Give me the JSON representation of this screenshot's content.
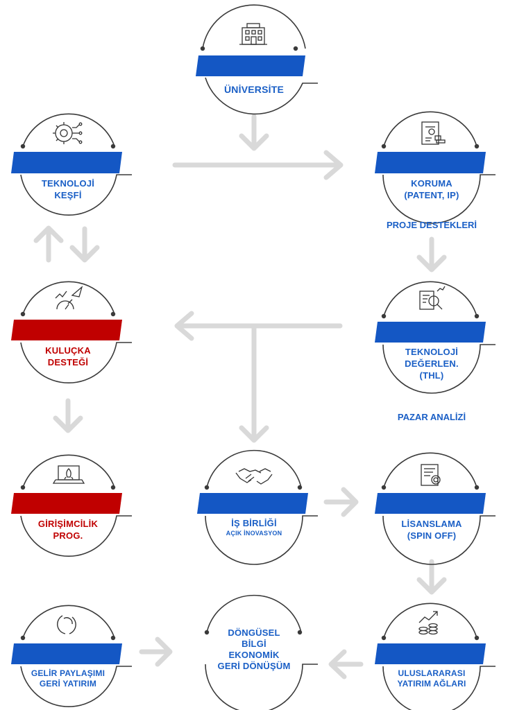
{
  "colors": {
    "blue": "#1457c4",
    "red": "#c00000",
    "arc": "#3a3a3a",
    "arrow": "#d9d9d9",
    "icon": "#333333"
  },
  "nodes": {
    "universite": {
      "lines": [
        "ÜNİVERSİTE"
      ],
      "band": "blue",
      "icon": "building-icon"
    },
    "teknoloji_kesfi": {
      "lines": [
        "TEKNOLOJİ",
        "KEŞFİ"
      ],
      "band": "blue",
      "icon": "gear-circuit-icon"
    },
    "koruma": {
      "lines": [
        "KORUMA",
        "(PATENT, IP)"
      ],
      "band": "blue",
      "icon": "document-stamp-icon"
    },
    "kulucka": {
      "lines": [
        "KULUÇKA",
        "DESTEĞİ"
      ],
      "band": "red",
      "icon": "rocket-icon"
    },
    "teknoloji_deger": {
      "lines": [
        "TEKNOLOJİ",
        "DEĞERLEN.",
        "(THL)"
      ],
      "band": "blue",
      "icon": "analysis-icon"
    },
    "girisimcilik": {
      "lines": [
        "GİRİŞİMCİLİK",
        "PROG."
      ],
      "band": "red",
      "icon": "laptop-rocket-icon"
    },
    "is_birligi": {
      "lines": [
        "İŞ BİRLİĞİ"
      ],
      "sub": "AÇIK İNOVASYON",
      "band": "blue",
      "icon": "handshake-icon"
    },
    "lisanslama": {
      "lines": [
        "LİSANSLAMA",
        "(SPIN OFF)"
      ],
      "band": "blue",
      "icon": "certificate-icon"
    },
    "gelir": {
      "lines": [
        "GELİR PAYLAŞIMI",
        "GERİ YATIRIM"
      ],
      "band": "blue",
      "icon": "cycle-icon"
    },
    "dongusel": {
      "lines": [
        "DÖNGÜSEL",
        "BİLGİ",
        "EKONOMİK",
        "GERİ DÖNÜŞÜM"
      ],
      "band": "none",
      "icon": ""
    },
    "uluslararasi": {
      "lines": [
        "ULUSLARARASI",
        "YATIRIM AĞLARI"
      ],
      "band": "blue",
      "icon": "coins-chart-icon"
    }
  },
  "side_labels": {
    "proje": "PROJE DESTEKLERİ",
    "pazar": "PAZAR ANALİZİ"
  }
}
